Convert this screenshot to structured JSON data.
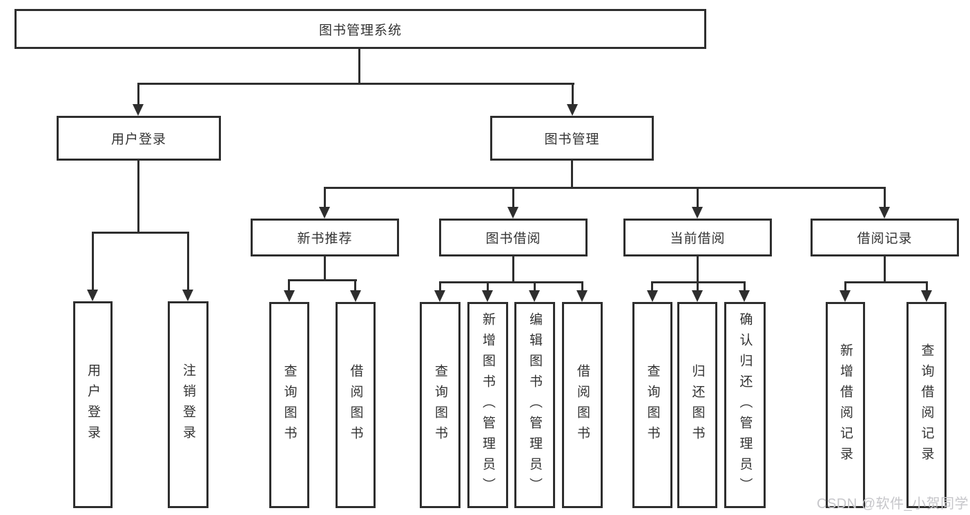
{
  "colors": {
    "line": "#2e2e2e",
    "text": "#333333",
    "wm": "#c6c6ca",
    "bg": "#ffffff"
  },
  "watermark": {
    "text": "CSDN @软件_小贺同学"
  },
  "nodes": {
    "root": "图书管理系统",
    "user_login": "用户登录",
    "book_mgmt": "图书管理",
    "login": "用户登录",
    "logout": "注销登录",
    "new_book": "新书推荐",
    "book_borrow": "图书借阅",
    "current_borrow": "当前借阅",
    "borrow_record": "借阅记录",
    "nb_query": "查询图书",
    "nb_borrow": "借阅图书",
    "bb_query": "查询图书",
    "bb_add": "新增图书（管理员）",
    "bb_edit": "编辑图书（管理员）",
    "bb_borrow": "借阅图书",
    "cb_query": "查询图书",
    "cb_return": "归还图书",
    "cb_confirm": "确认归还（管理员）",
    "br_add": "新增借阅记录",
    "br_query": "查询借阅记录"
  }
}
